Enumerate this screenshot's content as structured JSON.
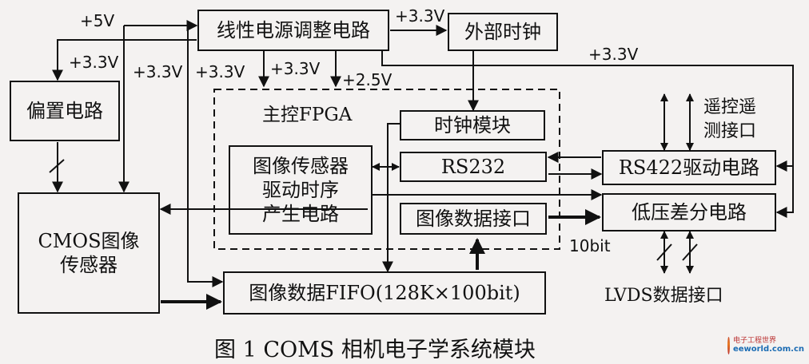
{
  "blocks": {
    "power_reg": "线性电源调整电路",
    "ext_clock": "外部时钟",
    "bias": "偏置电路",
    "fpga": "主控FPGA",
    "clock_module": "时钟模块",
    "sensor_driver": "图像传感器\n驱动时序\n产生电路",
    "rs232": "RS232",
    "img_iface": "图像数据接口",
    "rs422": "RS422驱动电路",
    "lvds_circuit": "低压差分电路",
    "cmos": "CMOS图像\n传感器",
    "fifo": "图像数据FIFO(128K×100bit)"
  },
  "labels": {
    "plus5v": "+5V",
    "v33_top": "+3.3V",
    "v33_left": "+3.3V",
    "v33_a": "+3.3V",
    "v33_b": "+3.3V",
    "v33_c": "+3.3V",
    "v25": "+2.5V",
    "v33_right": "+3.3V",
    "remote": "遥控遥\n测接口",
    "bits": "10bit",
    "lvds_iface": "LVDS数据接口"
  },
  "caption": "图 1  COMS 相机电子学系统模块",
  "watermark": {
    "line1": "电子工程世界",
    "line2": "eeworld.com.cn"
  }
}
